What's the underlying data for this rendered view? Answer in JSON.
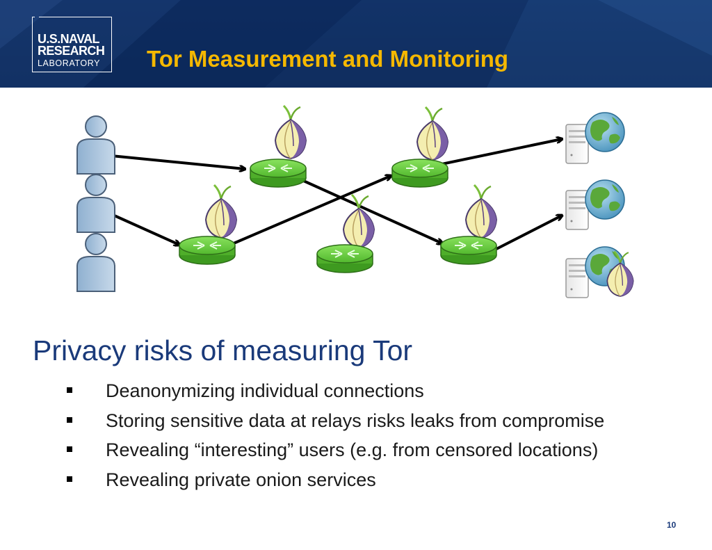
{
  "header": {
    "logo": {
      "line1": "U.S.NAVAL",
      "line2": "RESEARCH",
      "line3": "LABORATORY"
    },
    "title": "Tor Measurement and Monitoring"
  },
  "diagram": {
    "users": [
      "user",
      "user",
      "user"
    ],
    "relays": [
      "relay",
      "relay",
      "relay",
      "relay",
      "relay"
    ],
    "destinations": [
      "web-server",
      "web-server",
      "onion-service"
    ]
  },
  "section_heading": "Privacy risks of measuring Tor",
  "bullets": [
    "Deanonymizing individual connections",
    "Storing sensitive data at relays risks leaks from compromise",
    "Revealing “interesting” users (e.g. from censored locations)",
    "Revealing private onion services"
  ],
  "page_number": "10",
  "colors": {
    "header_bg": "#0b2450",
    "title": "#f5b800",
    "heading": "#1a3a7a",
    "relay_green": "#5cc43a",
    "onion_purple": "#6b4f9a"
  }
}
